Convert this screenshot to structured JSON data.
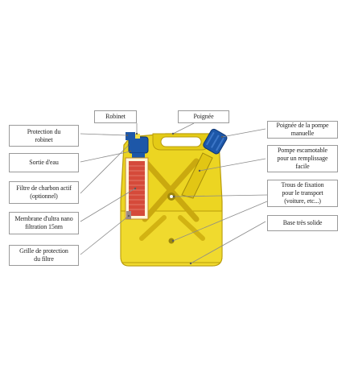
{
  "labels": {
    "robinet": "Robinet",
    "poignee": "Poignée",
    "poignee_pompe": "Poignée de la pompe\nmanuelle",
    "protection_robinet": "Protection du\nrobinet",
    "sortie_eau": "Sortie d'eau",
    "pompe": "Pompe escamotable\npour un remplissage\nfacile",
    "filtre_charbon": "Filtre de charbon actif\n(optionnel)",
    "trous": "Trous de fixation\npour le transport\n(voiture, etc...)",
    "membrane": "Membrane d'ultra nano\nfiltration 15nm",
    "base": "Base très solide",
    "grille": "Grille de protection\ndu filtre"
  },
  "colors": {
    "body_yellow": "#e9d21c",
    "body_shadow": "#c9ad0e",
    "cap_blue": "#1d57a8",
    "filter_red": "#d54a3a",
    "line": "#8a8a8a"
  }
}
